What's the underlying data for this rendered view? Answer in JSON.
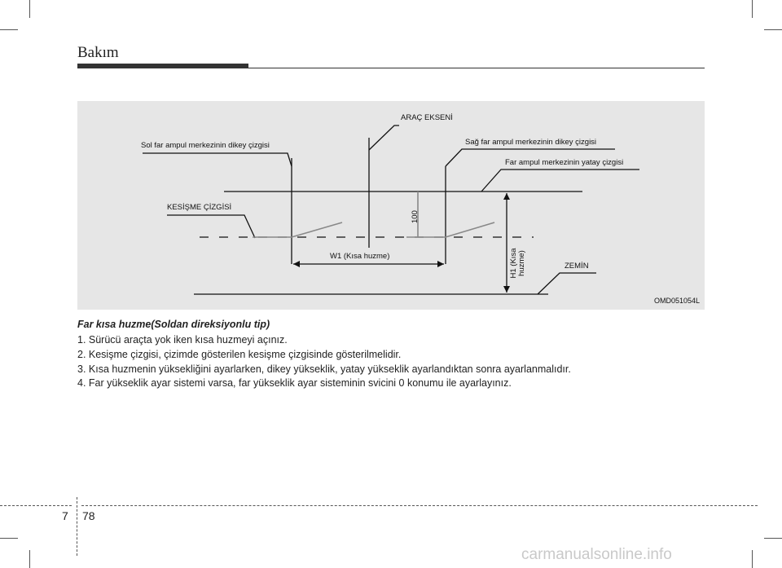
{
  "header": {
    "section_title": "Bakım"
  },
  "figure": {
    "labels": {
      "vehicle_axis": "ARAÇ EKSENİ",
      "left_vertical": "Sol far ampul merkezinin dikey çizgisi",
      "right_vertical": "Sağ far ampul merkezinin dikey çizgisi",
      "horizontal_center": "Far ampul merkezinin yatay çizgisi",
      "cutoff_line": "KESİŞME ÇİZGİSİ",
      "hundred": "100",
      "w1": "W1 (Kısa huzme)",
      "h1_line1": "H1 (Kısa",
      "h1_line2": "huzme)",
      "ground": "ZEMİN"
    },
    "code": "OMD051054L"
  },
  "caption": "Far kısa huzme(Soldan direksiyonlu tip)",
  "steps": [
    "1. Sürücü araçta yok iken kısa huzmeyi açınız.",
    "2. Kesişme çizgisi, çizimde gösterilen kesişme çizgisinde gösterilmelidir.",
    "3. Kısa huzmenin yüksekliğini ayarlarken, dikey yükseklik, yatay yükseklik ayarlandıktan sonra ayarlanmalıdır.",
    "4. Far yükseklik ayar sistemi varsa, far yükseklik ayar sisteminin svicini 0 konumu ile ayarlayınız."
  ],
  "footer": {
    "chapter": "7",
    "page": "78"
  },
  "watermark": "carmanualsonline.info"
}
